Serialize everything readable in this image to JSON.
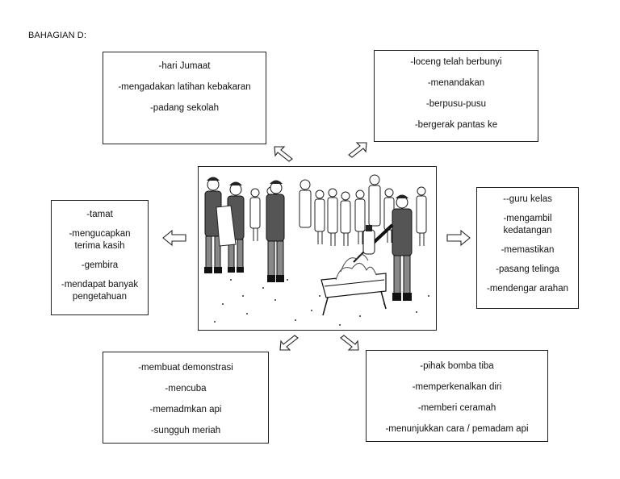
{
  "section_heading": "BAHAGIAN D:",
  "boxes": {
    "top_left": [
      "-hari Jumaat",
      "-mengadakan latihan kebakaran",
      "-padang sekolah"
    ],
    "top_right": [
      "-loceng telah berbunyi",
      "-menandakan",
      "-berpusu-pusu",
      "-bergerak pantas ke"
    ],
    "left": [
      "-tamat",
      "-mengucapkan terima kasih",
      "-gembira",
      "-mendapat banyak pengetahuan"
    ],
    "right": [
      "--guru kelas",
      "-mengambil kedatangan",
      "-memastikan",
      "-pasang telinga",
      "-mendengar arahan"
    ],
    "bottom_left": [
      "-membuat demonstrasi",
      "-mencuba",
      "-memadmkan api",
      "-sungguh meriah"
    ],
    "bottom_right": [
      "-pihak bomba tiba",
      "-memperkenalkan diri",
      "-memberi ceramah",
      "-menunjukkan cara / pemadam api"
    ]
  },
  "icons": {
    "center_picture": "fire-drill-illustration",
    "arrows": [
      "arrow-up-left-icon",
      "arrow-up-right-icon",
      "arrow-left-icon",
      "arrow-right-icon",
      "arrow-down-left-icon",
      "arrow-down-right-icon"
    ]
  }
}
